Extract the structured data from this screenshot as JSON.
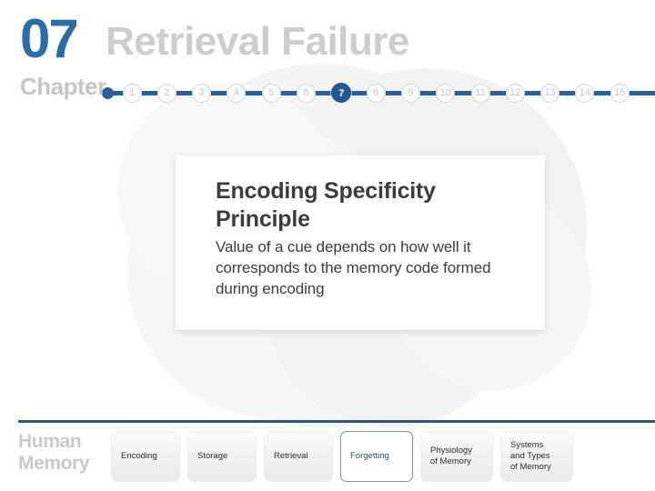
{
  "header": {
    "chapter_number": "07",
    "chapter_word": "Chapter",
    "chapter_title": "Retrieval Failure",
    "accent_color": "#2c6ca8",
    "title_color": "#cdcdcd"
  },
  "timeline": {
    "active_step": "7",
    "line_color": "#2a6099",
    "active_color": "#1f5a96",
    "steps": [
      {
        "label": "1",
        "active": false
      },
      {
        "label": "2",
        "active": false
      },
      {
        "label": "3",
        "active": false
      },
      {
        "label": "4",
        "active": false
      },
      {
        "label": "5",
        "active": false
      },
      {
        "label": "6",
        "active": false
      },
      {
        "label": "7",
        "active": true
      },
      {
        "label": "8",
        "active": false
      },
      {
        "label": "9",
        "active": false
      },
      {
        "label": "10",
        "active": false
      },
      {
        "label": "11",
        "active": false
      },
      {
        "label": "12",
        "active": false
      },
      {
        "label": "13",
        "active": false
      },
      {
        "label": "14",
        "active": false
      },
      {
        "label": "15",
        "active": false
      }
    ]
  },
  "card": {
    "title": "Encoding Specificity Principle",
    "body": "Value of a cue depends on how well it corresponds to the memory code formed during encoding"
  },
  "footer": {
    "brand_line1": "Human",
    "brand_line2": "Memory",
    "rule_color": "#2c5777",
    "tabs": [
      {
        "label": "Encoding",
        "active": false
      },
      {
        "label": "Storage",
        "active": false
      },
      {
        "label": "Retrieval",
        "active": false
      },
      {
        "label": "Forgetting",
        "active": true
      },
      {
        "label": "Physiology\nof Memory",
        "active": false
      },
      {
        "label": "Systems\nand Types\nof Memory",
        "active": false
      }
    ]
  }
}
